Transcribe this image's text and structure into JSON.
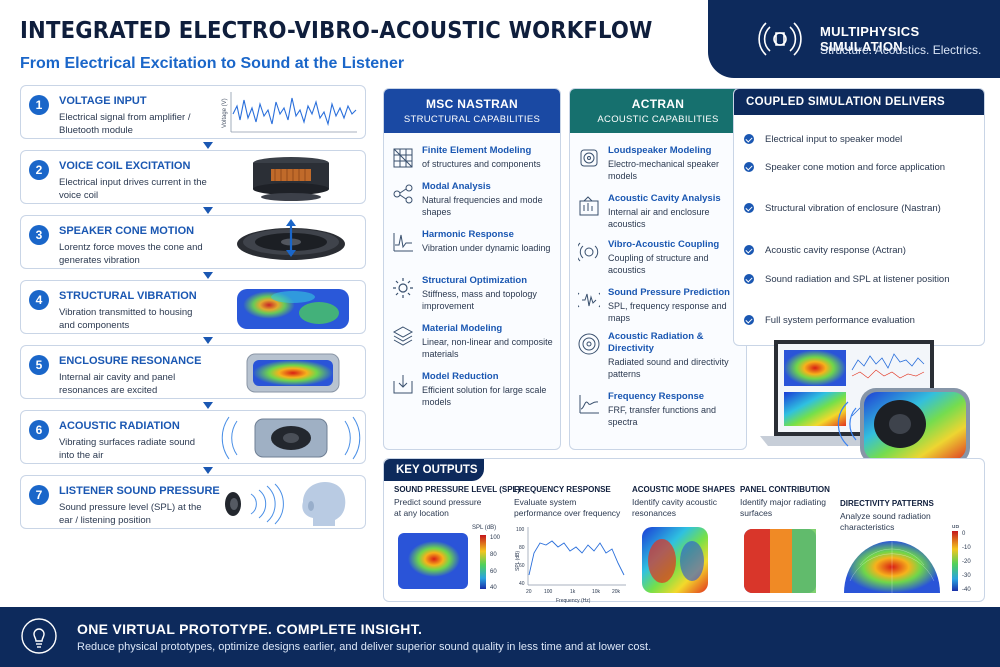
{
  "header": {
    "title": "INTEGRATED ELECTRO-VIBRO-ACOUSTIC WORKFLOW",
    "subtitle": "From Electrical Excitation to Sound at the Listener"
  },
  "banner": {
    "title": "MULTIPHYSICS SIMULATION",
    "tagline": "Structure. Acoustics. Electrics."
  },
  "steps": [
    {
      "num": "1",
      "title": "VOLTAGE INPUT",
      "desc": "Electrical signal from amplifier / Bluetooth module",
      "chart_label": "Voltage (V)"
    },
    {
      "num": "2",
      "title": "VOICE COIL EXCITATION",
      "desc": "Electrical input drives current in the voice coil"
    },
    {
      "num": "3",
      "title": "SPEAKER CONE MOTION",
      "desc": "Lorentz force moves the cone and generates vibration"
    },
    {
      "num": "4",
      "title": "STRUCTURAL VIBRATION",
      "desc": "Vibration transmitted to housing and components"
    },
    {
      "num": "5",
      "title": "ENCLOSURE RESONANCE",
      "desc": "Internal air cavity and panel resonances are excited"
    },
    {
      "num": "6",
      "title": "ACOUSTIC RADIATION",
      "desc": "Vibrating surfaces radiate sound into the air"
    },
    {
      "num": "7",
      "title": "LISTENER SOUND PRESSURE",
      "desc": "Sound pressure level (SPL) at the ear / listening position"
    }
  ],
  "nastran": {
    "title": "MSC NASTRAN",
    "subtitle": "STRUCTURAL CAPABILITIES",
    "items": [
      {
        "title": "Finite Element Modeling",
        "desc": "of structures and components",
        "icon": "mesh-icon"
      },
      {
        "title": "Modal Analysis",
        "desc": "Natural frequencies and mode shapes",
        "icon": "modes-icon"
      },
      {
        "title": "Harmonic Response",
        "desc": "Vibration under dynamic loading",
        "icon": "harmonic-icon"
      },
      {
        "title": "Structural Optimization",
        "desc": "Stiffness, mass and topology improvement",
        "icon": "gear-icon"
      },
      {
        "title": "Material Modeling",
        "desc": "Linear, non-linear and composite materials",
        "icon": "layers-icon"
      },
      {
        "title": "Model Reduction",
        "desc": "Efficient solution for large scale models",
        "icon": "reduction-icon"
      }
    ]
  },
  "actran": {
    "title": "ACTRAN",
    "subtitle": "ACOUSTIC CAPABILITIES",
    "items": [
      {
        "title": "Loudspeaker Modeling",
        "desc": "Electro-mechanical speaker models",
        "icon": "speaker-icon"
      },
      {
        "title": "Acoustic Cavity Analysis",
        "desc": "Internal air and enclosure acoustics",
        "icon": "cavity-icon"
      },
      {
        "title": "Vibro-Acoustic Coupling",
        "desc": "Coupling of structure and acoustics",
        "icon": "coupling-icon"
      },
      {
        "title": "Sound Pressure Prediction",
        "desc": "SPL, frequency response and maps",
        "icon": "sound-wave-icon"
      },
      {
        "title": "Acoustic Radiation & Directivity",
        "desc": "Radiated sound and directivity patterns",
        "icon": "radiation-icon"
      },
      {
        "title": "Frequency Response",
        "desc": "FRF, transfer functions and spectra",
        "icon": "frf-icon"
      }
    ]
  },
  "delivers": {
    "title": "COUPLED SIMULATION DELIVERS",
    "items": [
      "Electrical input to speaker model",
      "Speaker cone motion and force application",
      "Structural vibration of enclosure (Nastran)",
      "Acoustic cavity response (Actran)",
      "Sound radiation and SPL at listener position",
      "Full system performance evaluation"
    ]
  },
  "outputs": {
    "title": "KEY OUTPUTS",
    "cards": [
      {
        "title": "SOUND PRESSURE LEVEL (SPL)",
        "desc": "Predict sound pressure at any location",
        "scale_label": "SPL (dB)",
        "ticks": [
          "100",
          "80",
          "60",
          "40"
        ]
      },
      {
        "title": "FREQUENCY RESPONSE",
        "desc": "Evaluate system performance over frequency",
        "ylabel": "SPL (dB)",
        "xlabel": "Frequency (Hz)",
        "yticks": [
          "100",
          "80",
          "60",
          "40"
        ],
        "xticks": [
          "20",
          "100",
          "1k",
          "10k",
          "20k"
        ]
      },
      {
        "title": "ACOUSTIC MODE SHAPES",
        "desc": "Identify cavity acoustic resonances"
      },
      {
        "title": "PANEL CONTRIBUTION",
        "desc": "Identify major radiating surfaces"
      },
      {
        "title": "DIRECTIVITY PATTERNS",
        "desc": "Analyze sound radiation characteristics",
        "scale_label": "dB",
        "ticks": [
          "0",
          "-10",
          "-20",
          "-30",
          "-40"
        ]
      }
    ]
  },
  "footer": {
    "headline": "ONE VIRTUAL PROTOTYPE. COMPLETE INSIGHT.",
    "text": "Reduce physical prototypes, optimize designs earlier, and deliver superior sound quality in less time and at lower cost."
  },
  "colors": {
    "navy": "#0d2a5c",
    "blue": "#1a66c9",
    "nastran": "#1a49a3",
    "actran": "#16706e"
  }
}
